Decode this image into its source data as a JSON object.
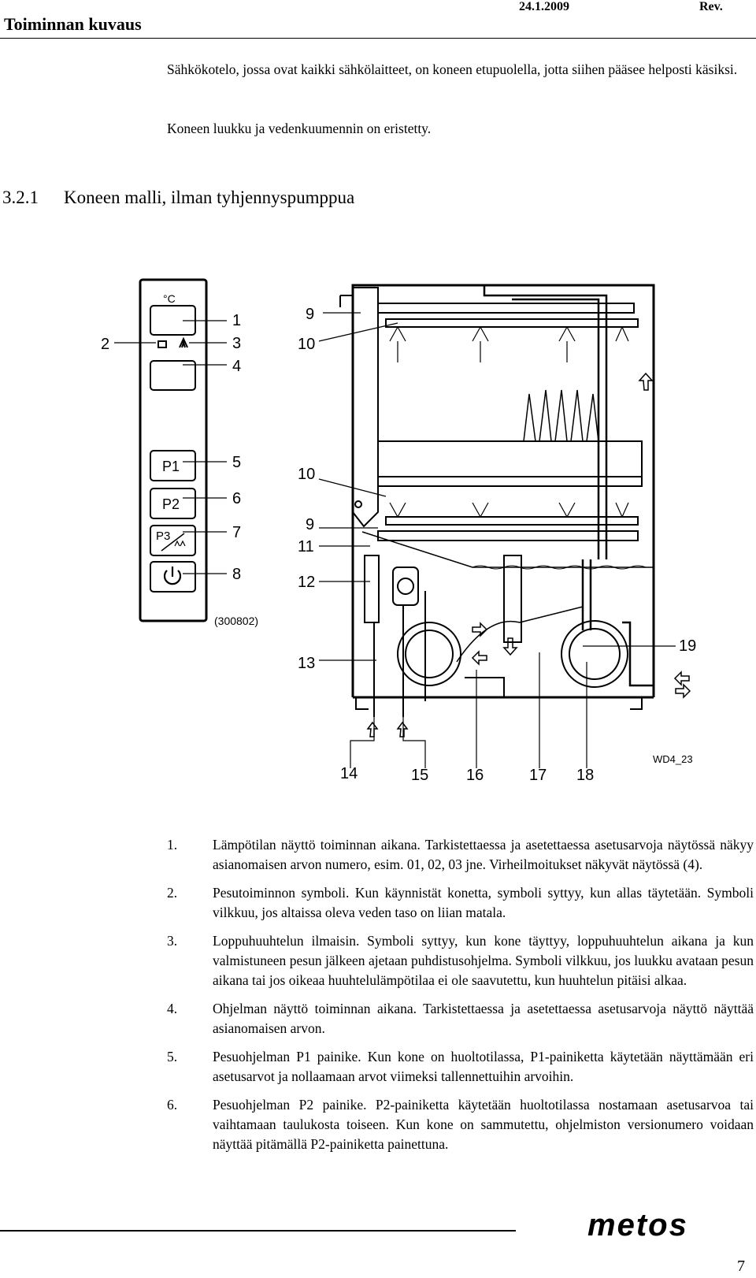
{
  "header": {
    "title": "Toiminnan kuvaus",
    "date": "24.1.2009",
    "rev": "Rev."
  },
  "intro": {
    "p1": "Sähkökotelo, jossa ovat kaikki sähkölaitteet, on koneen etupuolella, jotta siihen pääsee helposti käsiksi.",
    "p2": "Koneen luukku ja vedenkuumennin on eristetty."
  },
  "section": {
    "number": "3.2.1",
    "title": "Koneen malli, ilman tyhjennyspumppua"
  },
  "figure": {
    "unit": "°C",
    "buttons": {
      "p1": "P1",
      "p2": "P2",
      "p3": "P3"
    },
    "code": "(300802)",
    "ref": "WD4_23",
    "callouts": {
      "c1": "1",
      "c2": "2",
      "c3": "3",
      "c4": "4",
      "c5": "5",
      "c6": "6",
      "c7": "7",
      "c8": "8",
      "c9": "9",
      "c10": "10",
      "c11": "11",
      "c12": "12",
      "c13": "13",
      "c14": "14",
      "c15": "15",
      "c16": "16",
      "c17": "17",
      "c18": "18",
      "c19": "19"
    }
  },
  "items": [
    {
      "num": "1.",
      "text": "Lämpötilan näyttö toiminnan aikana. Tarkistettaessa ja asetettaessa asetusarvoja näytössä näkyy asianomaisen arvon numero, esim. 01, 02, 03 jne. Virheilmoitukset näkyvät näytössä (4)."
    },
    {
      "num": "2.",
      "text": "Pesutoiminnon symboli. Kun käynnistät konetta, symboli syttyy, kun allas täytetään. Symboli vilkkuu, jos altaissa oleva veden taso on liian matala."
    },
    {
      "num": "3.",
      "text": "Loppuhuuhtelun ilmaisin. Symboli syttyy, kun kone täyttyy, loppuhuuhtelun aikana ja kun valmistuneen pesun jälkeen ajetaan puhdistusohjelma. Symboli vilkkuu, jos luukku avataan pesun aikana tai jos oikeaa huuhtelulämpötilaa ei ole saavutettu, kun huuhtelun pitäisi alkaa."
    },
    {
      "num": "4.",
      "text": "Ohjelman näyttö toiminnan aikana. Tarkistettaessa ja asetettaessa asetusarvoja näyttö näyttää asianomaisen arvon."
    },
    {
      "num": "5.",
      "text": "Pesuohjelman P1 painike. Kun kone on huoltotilassa, P1-painiketta käytetään näyttämään eri asetusarvot ja nollaamaan arvot viimeksi tallennettuihin arvoihin."
    },
    {
      "num": "6.",
      "text": "Pesuohjelman P2 painike. P2-painiketta käytetään huoltotilassa nostamaan asetusarvoa tai vaihtamaan taulukosta toiseen. Kun kone on sammutettu, ohjelmiston versionumero voidaan näyttää pitämällä P2-painiketta painettuna."
    }
  ],
  "footer": {
    "brand": "metos",
    "page": "7"
  }
}
